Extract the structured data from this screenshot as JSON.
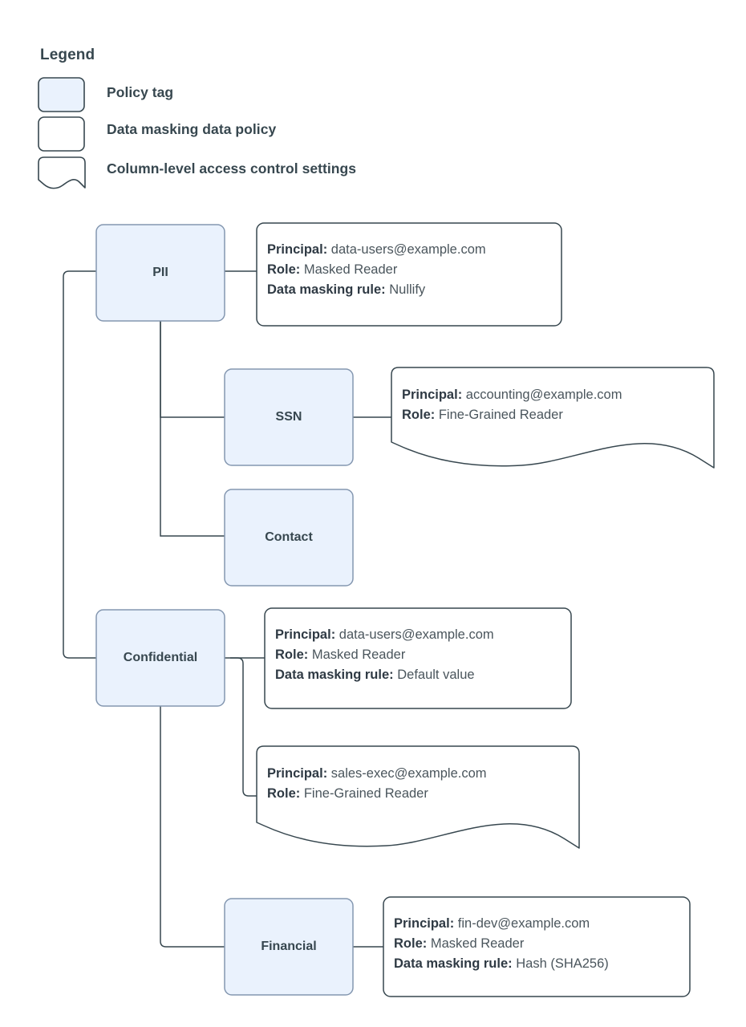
{
  "legend": {
    "title": "Legend",
    "items": [
      {
        "key": "policy-tag",
        "label": "Policy tag",
        "shape": "rounded-rect",
        "fill": "#eaf2fd",
        "stroke": "#37474f"
      },
      {
        "key": "data-masking-data-policy",
        "label": "Data masking data policy",
        "shape": "rounded-rect",
        "fill": "#ffffff",
        "stroke": "#37474f"
      },
      {
        "key": "column-level-access-control-settings",
        "label": "Column-level access control settings",
        "shape": "wavy-bottom-rect",
        "fill": "#ffffff",
        "stroke": "#37474f"
      }
    ]
  },
  "colors": {
    "policy_tag_fill": "#eaf2fd",
    "policy_tag_stroke": "#8497b0",
    "callout_stroke": "#37474f",
    "connector_stroke": "#37474f",
    "text": "#37474f",
    "text_value": "#4a555c",
    "background": "#ffffff"
  },
  "labels": {
    "principal": "Principal:",
    "role": "Role:",
    "data_masking_rule": "Data masking rule:"
  },
  "nodes": {
    "pii": {
      "label": "PII"
    },
    "ssn": {
      "label": "SSN"
    },
    "contact": {
      "label": "Contact"
    },
    "confidential": {
      "label": "Confidential"
    },
    "financial": {
      "label": "Financial"
    }
  },
  "callouts": {
    "pii_policy": {
      "type": "data-masking-data-policy",
      "principal": "data-users@example.com",
      "role": "Masked Reader",
      "data_masking_rule": "Nullify"
    },
    "ssn_access": {
      "type": "column-level-access-control-settings",
      "principal": "accounting@example.com",
      "role": "Fine-Grained Reader"
    },
    "confidential_policy": {
      "type": "data-masking-data-policy",
      "principal": "data-users@example.com",
      "role": "Masked Reader",
      "data_masking_rule": "Default value"
    },
    "confidential_access": {
      "type": "column-level-access-control-settings",
      "principal": "sales-exec@example.com",
      "role": "Fine-Grained Reader"
    },
    "financial_policy": {
      "type": "data-masking-data-policy",
      "principal": "fin-dev@example.com",
      "role": "Masked Reader",
      "data_masking_rule": "Hash (SHA256)"
    }
  }
}
